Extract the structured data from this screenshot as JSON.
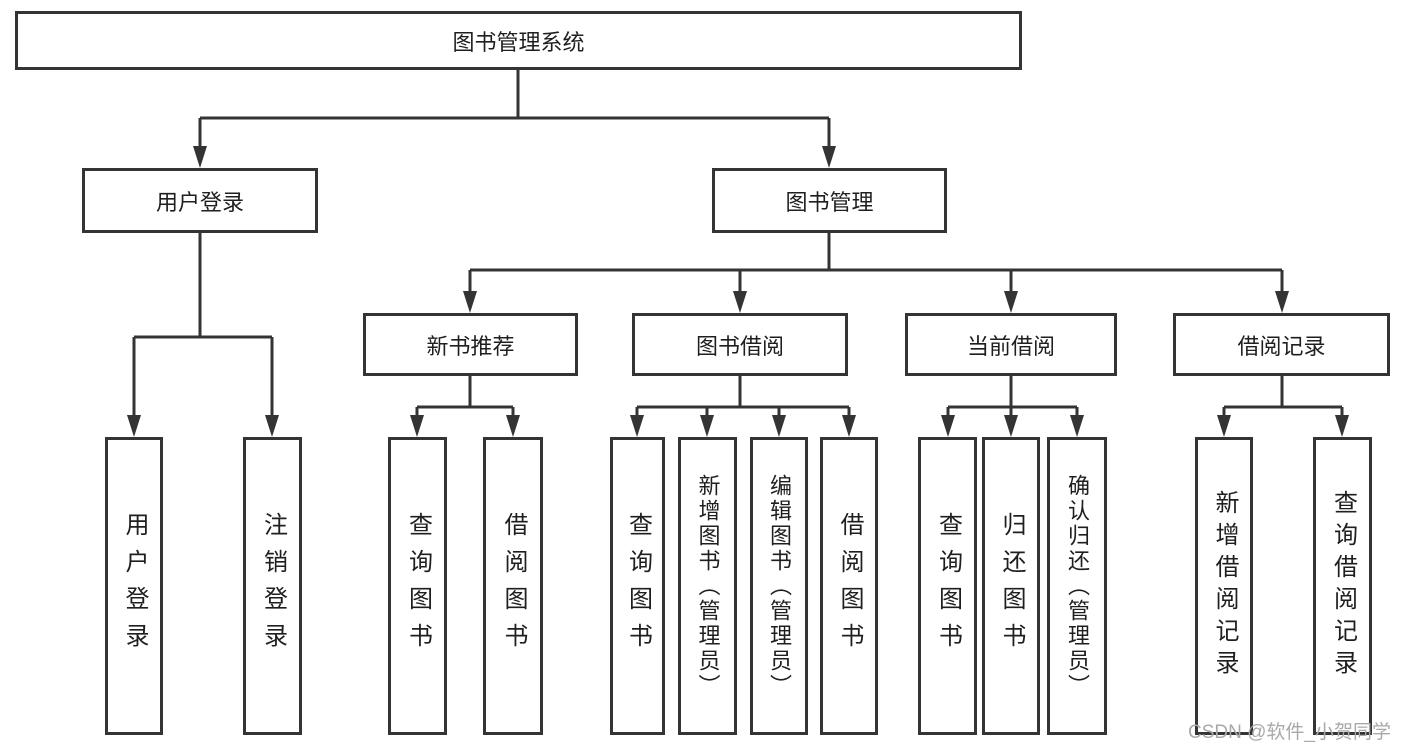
{
  "tree": {
    "label": "图书管理系统",
    "children": [
      {
        "label": "用户登录",
        "children": [
          {
            "label": "用户登录"
          },
          {
            "label": "注销登录"
          }
        ]
      },
      {
        "label": "图书管理",
        "children": [
          {
            "label": "新书推荐",
            "children": [
              {
                "label": "查询图书"
              },
              {
                "label": "借阅图书"
              }
            ]
          },
          {
            "label": "图书借阅",
            "children": [
              {
                "label": "查询图书"
              },
              {
                "label": "新增图书（管理员）"
              },
              {
                "label": "编辑图书（管理员）"
              },
              {
                "label": "借阅图书"
              }
            ]
          },
          {
            "label": "当前借阅",
            "children": [
              {
                "label": "查询图书"
              },
              {
                "label": "归还图书"
              },
              {
                "label": "确认归还（管理员）"
              }
            ]
          },
          {
            "label": "借阅记录",
            "children": [
              {
                "label": "新增借阅记录"
              },
              {
                "label": "查询借阅记录"
              }
            ]
          }
        ]
      }
    ]
  },
  "watermark": "CSDN @软件_小贺同学",
  "colors": {
    "line": "#343434",
    "text": "#1f1f1f",
    "watermark": "#a9a9a9",
    "background": "#ffffff"
  }
}
